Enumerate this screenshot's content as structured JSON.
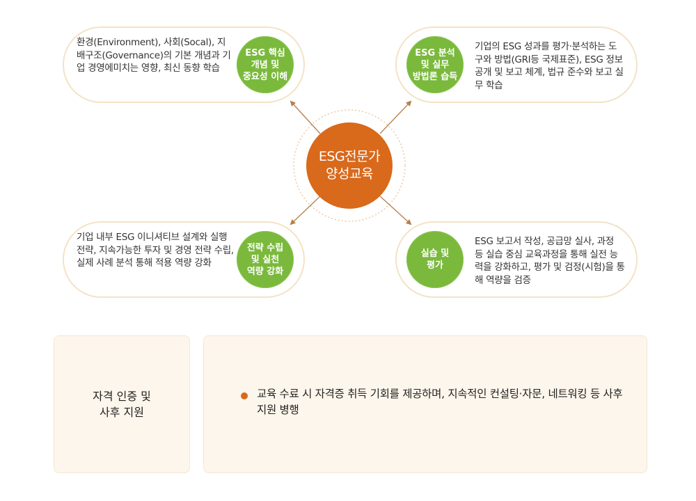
{
  "center": {
    "label": "ESG전문가\n양성교육"
  },
  "modules": [
    {
      "badge": "ESG 핵심\n개념 및\n중요성 이해",
      "description": "환경(Environment), 사회(Socal), 지배구조(Governance)의 기본 개념과 기업 경영에미치는 영향, 최신 동향 학습"
    },
    {
      "badge": "ESG 분석\n및 실무\n방법론 습득",
      "description": "기업의 ESG 성과를 평가·분석하는 도구와 방법(GRI등 국제표준), ESG 정보공개 및 보고 체계, 법규 준수와 보고 실무 학습"
    },
    {
      "badge": "전략 수립\n및 실천\n역량 강화",
      "description": "기업 내부 ESG 이니셔티브 설계와 실행 전략, 지속가능한 투자 및 경영 전략 수립, 실제 사례 분석 통해 적용 역량 강화"
    },
    {
      "badge": "실습 및\n평가",
      "description": "ESG 보고서 작성, 공급망 실사, 과정 등 실습 중심 교육과정을 통해 실전 능력을 강화하고, 평가 및 검정(시험)을 통해 역량을 검증"
    }
  ],
  "support": {
    "label": "자격 인증 및\n사후 지원",
    "text": "교육 수료 시 자격증 취득 기회를 제공하며, 지속적인 컨설팅·자문, 네트워킹 등 사후 지원 병행"
  },
  "colors": {
    "hub": "#d9691b",
    "badge": "#7ab93c",
    "pill_border": "#f4e2c6",
    "arrow": "#b5804f",
    "support_bg": "#fdf6ec"
  }
}
